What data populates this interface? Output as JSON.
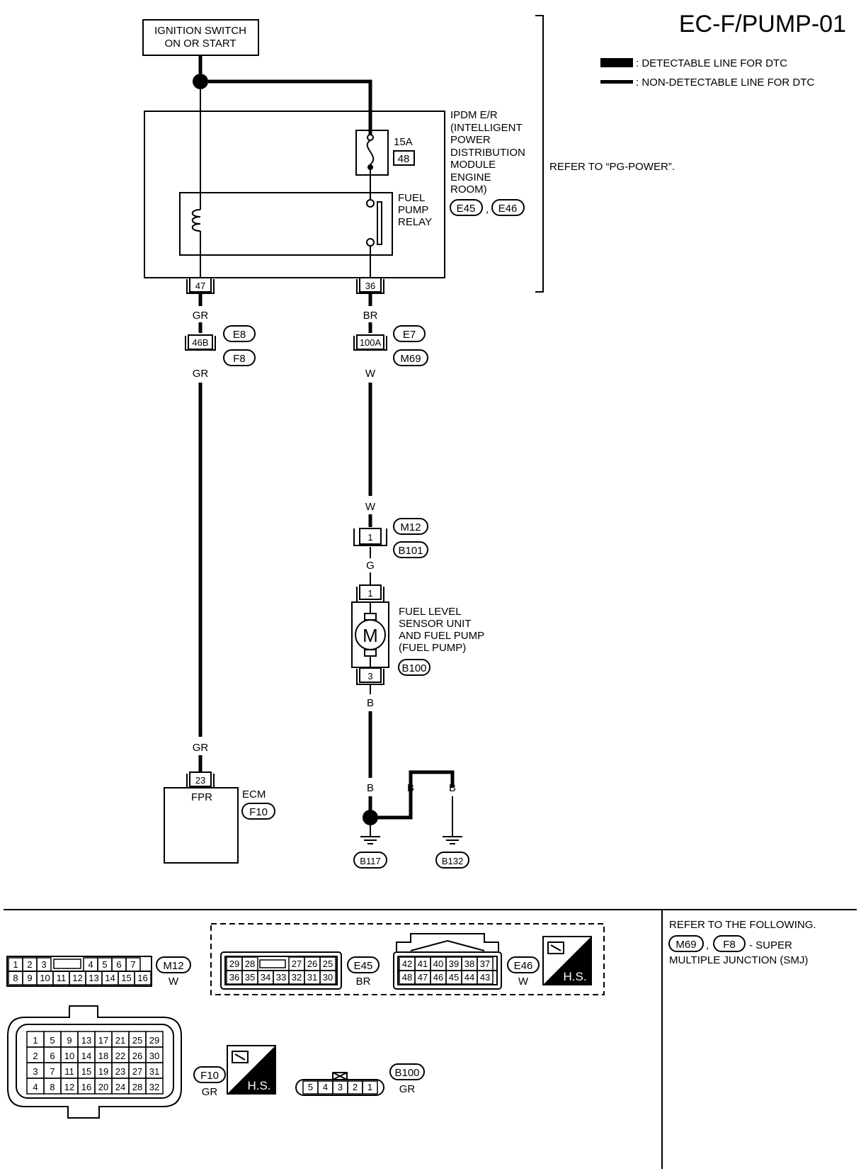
{
  "title": "EC-F/PUMP-01",
  "legend": {
    "detectable": ": DETECTABLE LINE FOR DTC",
    "non_detectable": ": NON-DETECTABLE LINE FOR DTC"
  },
  "ignition": {
    "line1": "IGNITION SWITCH",
    "line2": "ON OR START"
  },
  "ipdm": {
    "lines": [
      "IPDM E/R",
      "(INTELLIGENT",
      "POWER",
      "DISTRIBUTION",
      "MODULE",
      "ENGINE",
      "ROOM)"
    ],
    "conn1": "E45",
    "sep": ",",
    "conn2": "E46",
    "refer": "REFER TO “PG-POWER”.",
    "fuse_rating": "15A",
    "fuse_no": "48",
    "relay_lines": [
      "FUEL",
      "PUMP",
      "RELAY"
    ],
    "pin_left": "47",
    "pin_right": "36"
  },
  "wires": {
    "gr_top": "GR",
    "gr_mid": "GR",
    "gr_low": "GR",
    "br": "BR",
    "w1": "W",
    "w2": "W",
    "g": "G",
    "b1": "B",
    "b2": "B",
    "b3": "B",
    "b4": "B"
  },
  "junctions": {
    "left_pin": "46B",
    "left_c1": "E8",
    "left_c2": "F8",
    "right_pin": "100A",
    "right_c1": "E7",
    "right_c2": "M69",
    "m12_pin": "1",
    "m12_c1": "M12",
    "m12_c2": "B101"
  },
  "pump": {
    "pin_top": "1",
    "pin_bottom": "3",
    "motor": "M",
    "lines": [
      "FUEL LEVEL",
      "SENSOR UNIT",
      "AND FUEL PUMP",
      "(FUEL PUMP)"
    ],
    "conn": "B100"
  },
  "ecm": {
    "pin": "23",
    "signal": "FPR",
    "name": "ECM",
    "conn": "F10"
  },
  "grounds": {
    "g1": "B117",
    "g2": "B132"
  },
  "connectors": {
    "m12": {
      "id": "M12",
      "color": "W",
      "top": [
        "1",
        "2",
        "3",
        "4",
        "5",
        "6",
        "7"
      ],
      "bottom": [
        "8",
        "9",
        "10",
        "11",
        "12",
        "13",
        "14",
        "15",
        "16"
      ]
    },
    "e45": {
      "id": "E45",
      "color": "BR",
      "top": [
        "29",
        "28",
        "27",
        "26",
        "25"
      ],
      "bottom": [
        "36",
        "35",
        "34",
        "33",
        "32",
        "31",
        "30"
      ]
    },
    "e46": {
      "id": "E46",
      "color": "W",
      "top": [
        "42",
        "41",
        "40",
        "39",
        "38",
        "37"
      ],
      "bottom": [
        "48",
        "47",
        "46",
        "45",
        "44",
        "43"
      ]
    },
    "f10": {
      "id": "F10",
      "color": "GR",
      "rows": [
        [
          "1",
          "5",
          "9",
          "13",
          "17",
          "21",
          "25",
          "29"
        ],
        [
          "2",
          "6",
          "10",
          "14",
          "18",
          "22",
          "26",
          "30"
        ],
        [
          "3",
          "7",
          "11",
          "15",
          "19",
          "23",
          "27",
          "31"
        ],
        [
          "4",
          "8",
          "12",
          "16",
          "20",
          "24",
          "28",
          "32"
        ]
      ]
    },
    "b100": {
      "id": "B100",
      "color": "GR",
      "pins": [
        "5",
        "4",
        "3",
        "2",
        "1"
      ]
    },
    "hs": "H.S."
  },
  "refer_note": {
    "line1": "REFER TO THE FOLLOWING.",
    "c1": "M69",
    "sep": ",",
    "c2": "F8",
    "suffix": "- SUPER",
    "line3": "MULTIPLE JUNCTION (SMJ)"
  }
}
